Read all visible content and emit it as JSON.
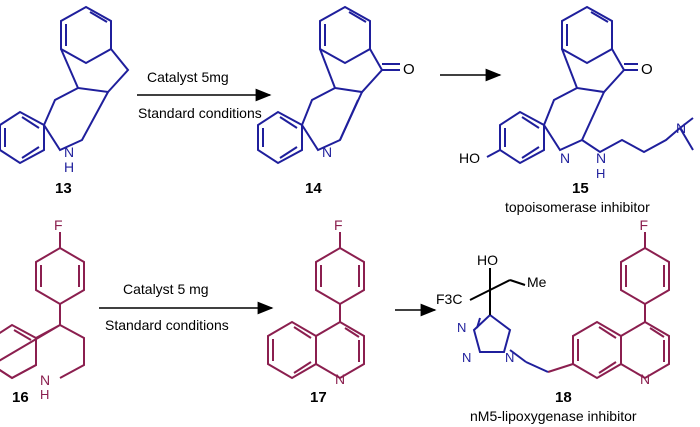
{
  "colors": {
    "blue": "#1f1f9c",
    "maroon": "#8b1f4f",
    "black": "#000000"
  },
  "row1": {
    "compound_13": "13",
    "compound_14": "14",
    "compound_15": "15",
    "arrow_text_top": "Catalyst 5mg",
    "arrow_text_bottom": "Standard conditions",
    "caption_15": "topoisomerase inhibitor",
    "atom_O_14": "O",
    "atom_O_15": "O",
    "atom_N_14": "N",
    "atom_NH_13_N": "N",
    "atom_NH_13_H": "H",
    "atom_HO_15": "HO",
    "atom_N_15a": "N",
    "atom_N_15b": "N",
    "atom_NH_15_N": "N",
    "atom_NH_15_H": "H"
  },
  "row2": {
    "compound_16": "16",
    "compound_17": "17",
    "compound_18": "18",
    "arrow_text_top": "Catalyst 5 mg",
    "arrow_text_bottom": "Standard conditions",
    "caption_18": "nM5-lipoxygenase inhibitor",
    "atom_F_16": "F",
    "atom_F_17": "F",
    "atom_F_18": "F",
    "atom_N_16": "N",
    "atom_H_16": "H",
    "atom_N_17": "N",
    "atom_N_18": "N",
    "atom_HO_18": "HO",
    "atom_Me_18": "Me",
    "atom_F3C_18": "F3C",
    "atom_N1_triazole": "N",
    "atom_N2_triazole": "N",
    "atom_N3_triazole": "N"
  }
}
